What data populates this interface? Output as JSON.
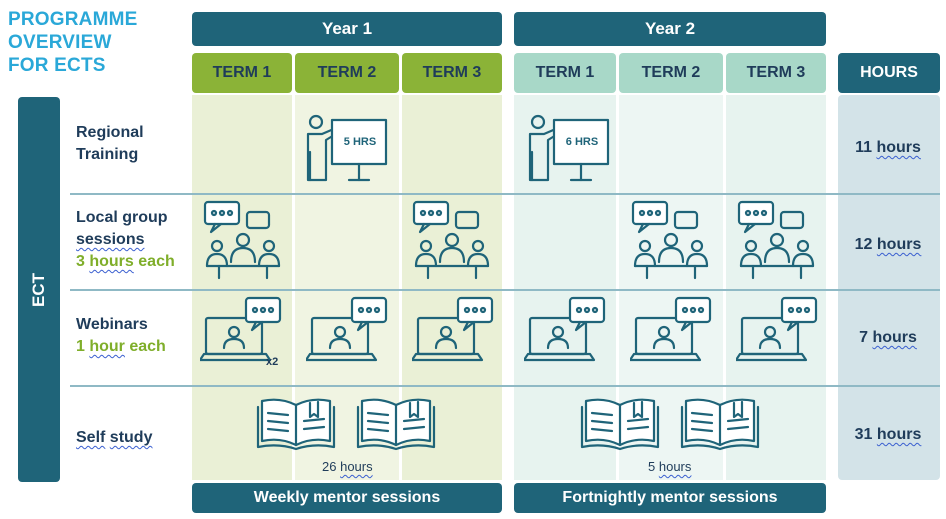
{
  "title": [
    "PROGRAMME",
    "OVERVIEW",
    "FOR ECTS"
  ],
  "years": [
    "Year 1",
    "Year 2"
  ],
  "terms": [
    "TERM 1",
    "TERM 2",
    "TERM 3",
    "TERM 1",
    "TERM 2",
    "TERM 3"
  ],
  "hours_header": "HOURS",
  "side_label": "ECT",
  "rows": {
    "regional": {
      "label_line1": "Regional",
      "label_line2": "Training",
      "hours": "11",
      "hours_unit": "hours",
      "icon_labels": [
        "5 HRS",
        "6 HRS"
      ]
    },
    "local": {
      "label_line1": "Local group",
      "label_line2": "sessions",
      "sub_num": "3",
      "sub_word": "hours",
      "sub_tail": "each",
      "hours": "12",
      "hours_unit": "hours"
    },
    "webinars": {
      "label": "Webinars",
      "sub_num": "1",
      "sub_word": "hour",
      "sub_tail": "each",
      "hours": "7",
      "hours_unit": "hours",
      "multiplier": "x2"
    },
    "self": {
      "label_word1": "Self",
      "label_word2": "study",
      "hours": "31",
      "hours_unit": "hours",
      "y1_num": "26",
      "y1_unit": "hours",
      "y2_num": "5",
      "y2_unit": "hours"
    }
  },
  "mentor": [
    "Weekly mentor sessions",
    "Fortnightly mentor sessions"
  ],
  "colors": {
    "dark_teal": "#1f6479",
    "year1_term": "#8bb337",
    "year2_term": "#a8d8c8",
    "title_blue": "#2aa8d8",
    "accent_green": "#7fae2a"
  }
}
